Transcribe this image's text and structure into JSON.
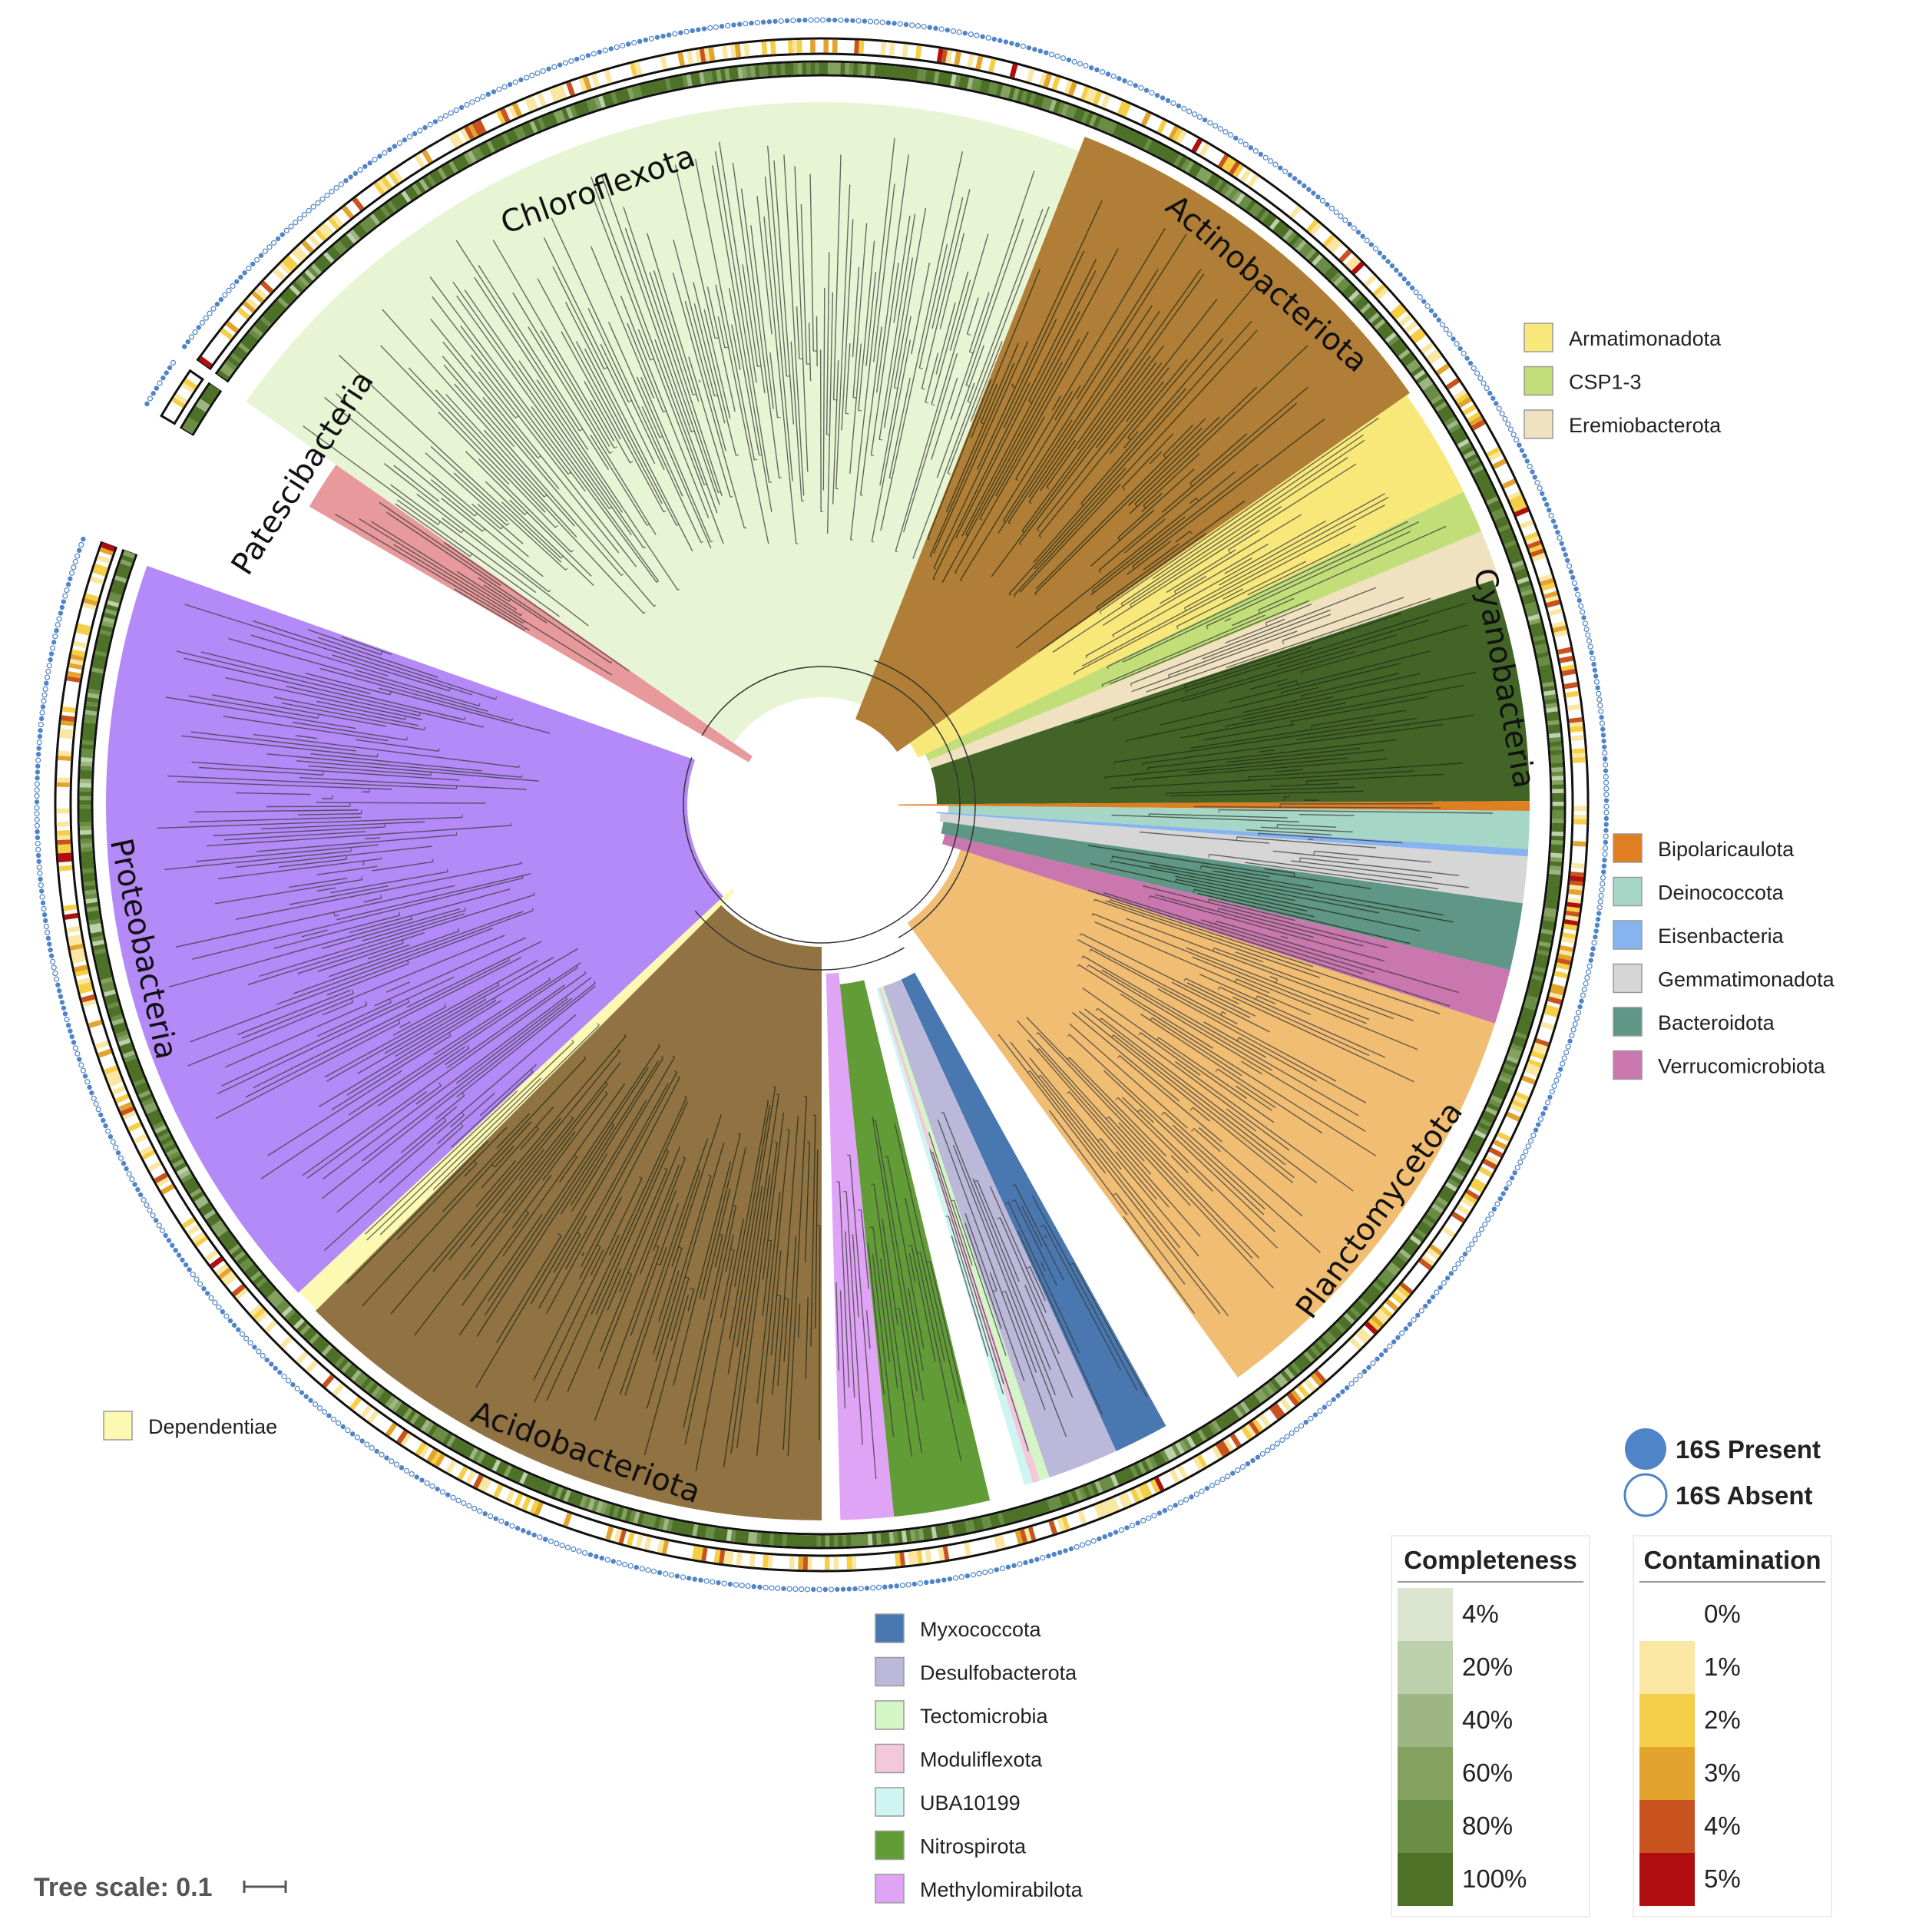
{
  "clades": [
    {
      "name": "Patescibacteria",
      "color": "#e8999b",
      "labeled": true
    },
    {
      "name": "Chloroflexota",
      "color": "#e8f5d4",
      "labeled": true
    },
    {
      "name": "Actinobacteriota",
      "color": "#b07e36",
      "labeled": true
    },
    {
      "name": "Armatimonadota",
      "color": "#f8e87a",
      "labeled": false
    },
    {
      "name": "CSP1-3",
      "color": "#c2de78",
      "labeled": false
    },
    {
      "name": "Eremiobacterota",
      "color": "#f0e2c0",
      "labeled": false
    },
    {
      "name": "Cyanobacteria",
      "color": "#426527",
      "labeled": true
    },
    {
      "name": "Bipolaricaulota",
      "color": "#e07e22",
      "labeled": false
    },
    {
      "name": "Deinococcota",
      "color": "#a6d6c6",
      "labeled": false
    },
    {
      "name": "Eisenbacteria",
      "color": "#86b4f0",
      "labeled": false
    },
    {
      "name": "Gemmatimonadota",
      "color": "#d6d6d6",
      "labeled": false
    },
    {
      "name": "Bacteroidota",
      "color": "#5f9686",
      "labeled": false
    },
    {
      "name": "Verrucomicrobiota",
      "color": "#c977ae",
      "labeled": false
    },
    {
      "name": "Planctomycetota",
      "color": "#f0bd72",
      "labeled": true
    },
    {
      "name": "Myxococcota",
      "color": "#4977b0",
      "labeled": false
    },
    {
      "name": "Desulfobacterota",
      "color": "#bcb8da",
      "labeled": false
    },
    {
      "name": "Tectomicrobia",
      "color": "#d4f6c6",
      "labeled": false
    },
    {
      "name": "Moduliflexota",
      "color": "#f2c8da",
      "labeled": false
    },
    {
      "name": "UBA10199",
      "color": "#cff5f2",
      "labeled": false
    },
    {
      "name": "Nitrospirota",
      "color": "#629c37",
      "labeled": false
    },
    {
      "name": "Methylomirabilota",
      "color": "#e0a4f6",
      "labeled": false
    },
    {
      "name": "Acidobacteriota",
      "color": "#917242",
      "labeled": true
    },
    {
      "name": "Dependentiae",
      "color": "#fcfab2",
      "labeled": false
    },
    {
      "name": "Proteobacteria",
      "color": "#b489f8",
      "labeled": true
    }
  ],
  "legend_groups": {
    "top_right": [
      "Armatimonadota",
      "CSP1-3",
      "Eremiobacterota"
    ],
    "right": [
      "Bipolaricaulota",
      "Deinococcota",
      "Eisenbacteria",
      "Gemmatimonadota",
      "Bacteroidota",
      "Verrucomicrobiota"
    ],
    "bottom_left": [
      "Dependentiae"
    ],
    "bottom": [
      "Myxococcota",
      "Desulfobacterota",
      "Tectomicrobia",
      "Moduliflexota",
      "UBA10199",
      "Nitrospirota",
      "Methylomirabilota"
    ]
  },
  "rrna_legend": {
    "present": "16S Present",
    "absent": "16S Absent",
    "color": "#4f84c9"
  },
  "completeness_legend": {
    "title": "Completeness",
    "levels": [
      {
        "label": "4%",
        "color": "#dbe5d0"
      },
      {
        "label": "20%",
        "color": "#bdd0ac"
      },
      {
        "label": "40%",
        "color": "#9eb683"
      },
      {
        "label": "60%",
        "color": "#84a15f"
      },
      {
        "label": "80%",
        "color": "#6a8d45"
      },
      {
        "label": "100%",
        "color": "#4e7128"
      }
    ]
  },
  "contamination_legend": {
    "title": "Contamination",
    "levels": [
      {
        "label": "0%",
        "color": "#ffffff"
      },
      {
        "label": "1%",
        "color": "#f9e7a3"
      },
      {
        "label": "2%",
        "color": "#f4cf47"
      },
      {
        "label": "3%",
        "color": "#e3a42f"
      },
      {
        "label": "4%",
        "color": "#c8531e"
      },
      {
        "label": "5%",
        "color": "#b10f0f"
      }
    ]
  },
  "tree_scale": {
    "label": "Tree scale: 0.1"
  }
}
